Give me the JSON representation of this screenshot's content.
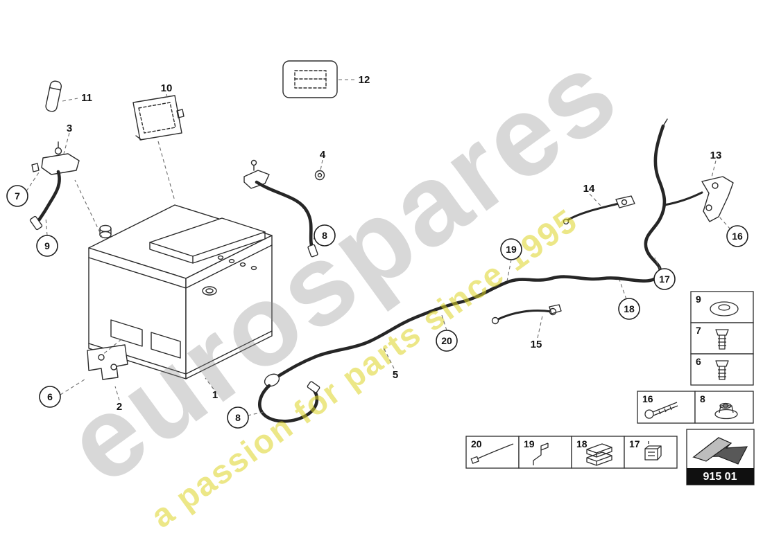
{
  "watermark": {
    "brand": "eurospares",
    "tagline": "a passion for parts since 1995"
  },
  "part_code": "915 01",
  "callouts": {
    "c6": "6",
    "c7": "7",
    "c8a": "8",
    "c8b": "8",
    "c9": "9",
    "c16": "16",
    "c17": "17",
    "c18": "18",
    "c19": "19",
    "c20": "20",
    "n1": "1",
    "n2": "2",
    "n3": "3",
    "n4": "4",
    "n5": "5",
    "n10": "10",
    "n11": "11",
    "n12": "12",
    "n13": "13",
    "n14": "14",
    "n15": "15"
  },
  "legend_right": [
    {
      "num": "9",
      "icon": "washer-icon"
    },
    {
      "num": "7",
      "icon": "hex-bolt-icon"
    },
    {
      "num": "6",
      "icon": "hex-bolt-icon"
    },
    {
      "num": "16",
      "icon": "screw-icon"
    },
    {
      "num": "8",
      "icon": "flange-nut-icon"
    }
  ],
  "legend_bottom": [
    {
      "num": "20",
      "icon": "cable-tie-icon"
    },
    {
      "num": "19",
      "icon": "bracket-icon"
    },
    {
      "num": "18",
      "icon": "spacer-stack-icon"
    },
    {
      "num": "17",
      "icon": "clip-icon"
    }
  ]
}
